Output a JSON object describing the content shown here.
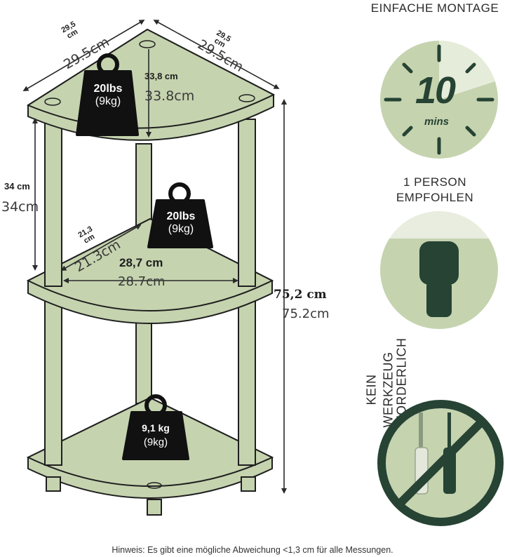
{
  "shelf": {
    "dimensions": {
      "top_left_metric": "29,5\ncm",
      "top_left_plain": "29.5cm",
      "top_right_metric": "29,5\ncm",
      "top_right_plain": "29.5cm",
      "top_depth_metric": "33,8 cm",
      "top_depth_plain": "33.8cm",
      "gap_metric": "34 cm",
      "gap_plain": "34cm",
      "mid_side_metric": "21,3\ncm",
      "mid_side_plain": "21.3cm",
      "mid_width_metric": "28,7 cm",
      "mid_width_plain": "28.7cm",
      "height_metric": "75,2 cm",
      "height_plain": "75.2cm"
    },
    "loads": [
      {
        "line1": "20lbs",
        "line2": "(9kg)"
      },
      {
        "line1": "20lbs",
        "line2": "(9kg)"
      },
      {
        "line1": "9,1 kg",
        "line2": "(9kg)"
      }
    ]
  },
  "features": {
    "assembly_title": "EINFACHE MONTAGE",
    "assembly_minutes": "10",
    "assembly_unit": "mins",
    "person_line1": "1 PERSON",
    "person_line2": "EMPFOHLEN",
    "tools_line1": "KEIN",
    "tools_line2": "WERKZEUG",
    "tools_line3": "ERFORDERLICH"
  },
  "footnote": "Hinweis: Es gibt eine mögliche Abweichung <1,3 cm für alle Messungen.",
  "colors": {
    "shelf_fill": "#c5d3af",
    "shelf_stroke": "#1f1f1f",
    "badge_fill": "#c5d3af",
    "dark_green": "#264334",
    "weight_fill": "#111111"
  }
}
